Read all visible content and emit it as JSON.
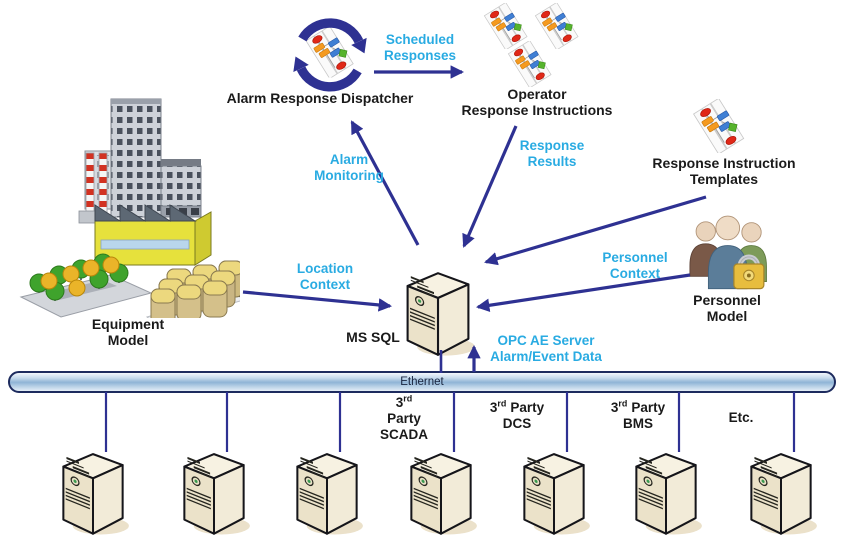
{
  "colors": {
    "arrow_blue": "#2E3192",
    "flow_label_cyan": "#29ABE2",
    "text_black": "#1A1A1A",
    "server_beige": "#EDE4CC",
    "ethernet_blue": "#A9C8E4"
  },
  "nodes": {
    "dispatcher": {
      "label": "Alarm Response Dispatcher",
      "icon": "cycle-flowchart"
    },
    "operator_instructions": {
      "line1": "Operator",
      "line2": "Response Instructions",
      "icon": "flowchart-stack"
    },
    "templates": {
      "line1": "Response Instruction",
      "line2": "Templates",
      "icon": "flowchart"
    },
    "personnel_model": {
      "line1": "Personnel",
      "line2": "Model",
      "icon": "people-with-lock"
    },
    "equipment_model": {
      "line1": "Equipment",
      "line2": "Model",
      "icon": "industrial-site"
    },
    "mssql": {
      "label": "MS SQL",
      "icon": "server-tower"
    },
    "ethernet": {
      "label": "Ethernet"
    }
  },
  "flow_labels": {
    "scheduled_responses": {
      "line1": "Scheduled",
      "line2": "Responses"
    },
    "alarm_monitoring": {
      "line1": "Alarm",
      "line2": "Monitoring"
    },
    "response_results": {
      "line1": "Response",
      "line2": "Results"
    },
    "location_context": {
      "line1": "Location",
      "line2": "Context"
    },
    "personnel_context": {
      "line1": "Personnel",
      "line2": "Context"
    },
    "opc_ae": {
      "line1": "OPC AE Server",
      "line2": "Alarm/Event Data"
    }
  },
  "bottom_labels": {
    "scada": {
      "num": "3",
      "sup": "rd",
      "word": "Party",
      "system": "SCADA"
    },
    "dcs": {
      "num": "3",
      "sup": "rd",
      "word": "Party",
      "system": "DCS"
    },
    "bms": {
      "num": "3",
      "sup": "rd",
      "word": "Party",
      "system": "BMS"
    },
    "etc": {
      "label": "Etc."
    }
  },
  "bottom_servers_count": 7
}
